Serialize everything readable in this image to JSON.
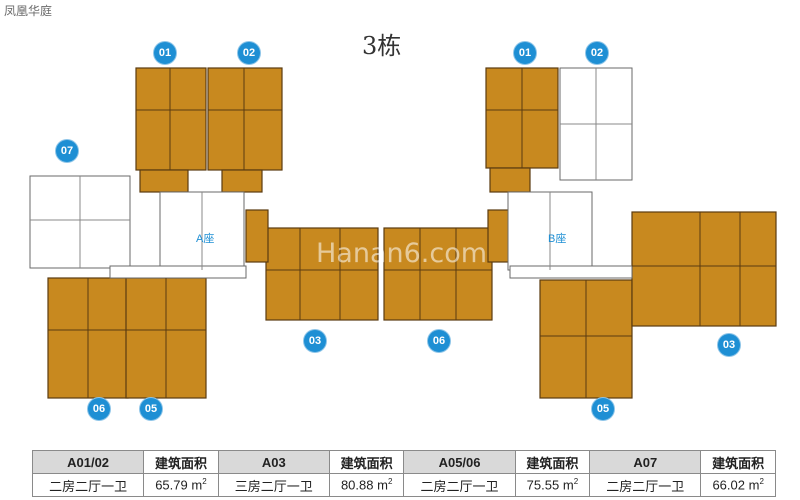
{
  "site_name": "凤凰华庭",
  "building_title": "3栋",
  "watermark": "Hanan6.com",
  "cores": {
    "a": "A座",
    "b": "B座"
  },
  "badges": {
    "a01": "01",
    "a02": "02",
    "a07": "07",
    "a06": "06",
    "a05": "05",
    "a03": "03",
    "b06": "06",
    "b01": "01",
    "b02": "02",
    "b05": "05",
    "b03": "03"
  },
  "area_table": {
    "header": [
      "A01/02",
      "建筑面积",
      "A03",
      "建筑面积",
      "A05/06",
      "建筑面积",
      "A07",
      "建筑面积"
    ],
    "row": [
      "二房二厅一卫",
      "65.79",
      "三房二厅一卫",
      "80.88",
      "二房二厅一卫",
      "75.55",
      "二房二厅一卫",
      "66.02"
    ],
    "unit": "m",
    "unit_sup": "2"
  },
  "colors": {
    "room_fill": "#c8891f",
    "room_dark": "#a86e12",
    "wall": "#5a3b10",
    "badge": "#1e8fd4",
    "table_header": "#d9d9d9"
  }
}
